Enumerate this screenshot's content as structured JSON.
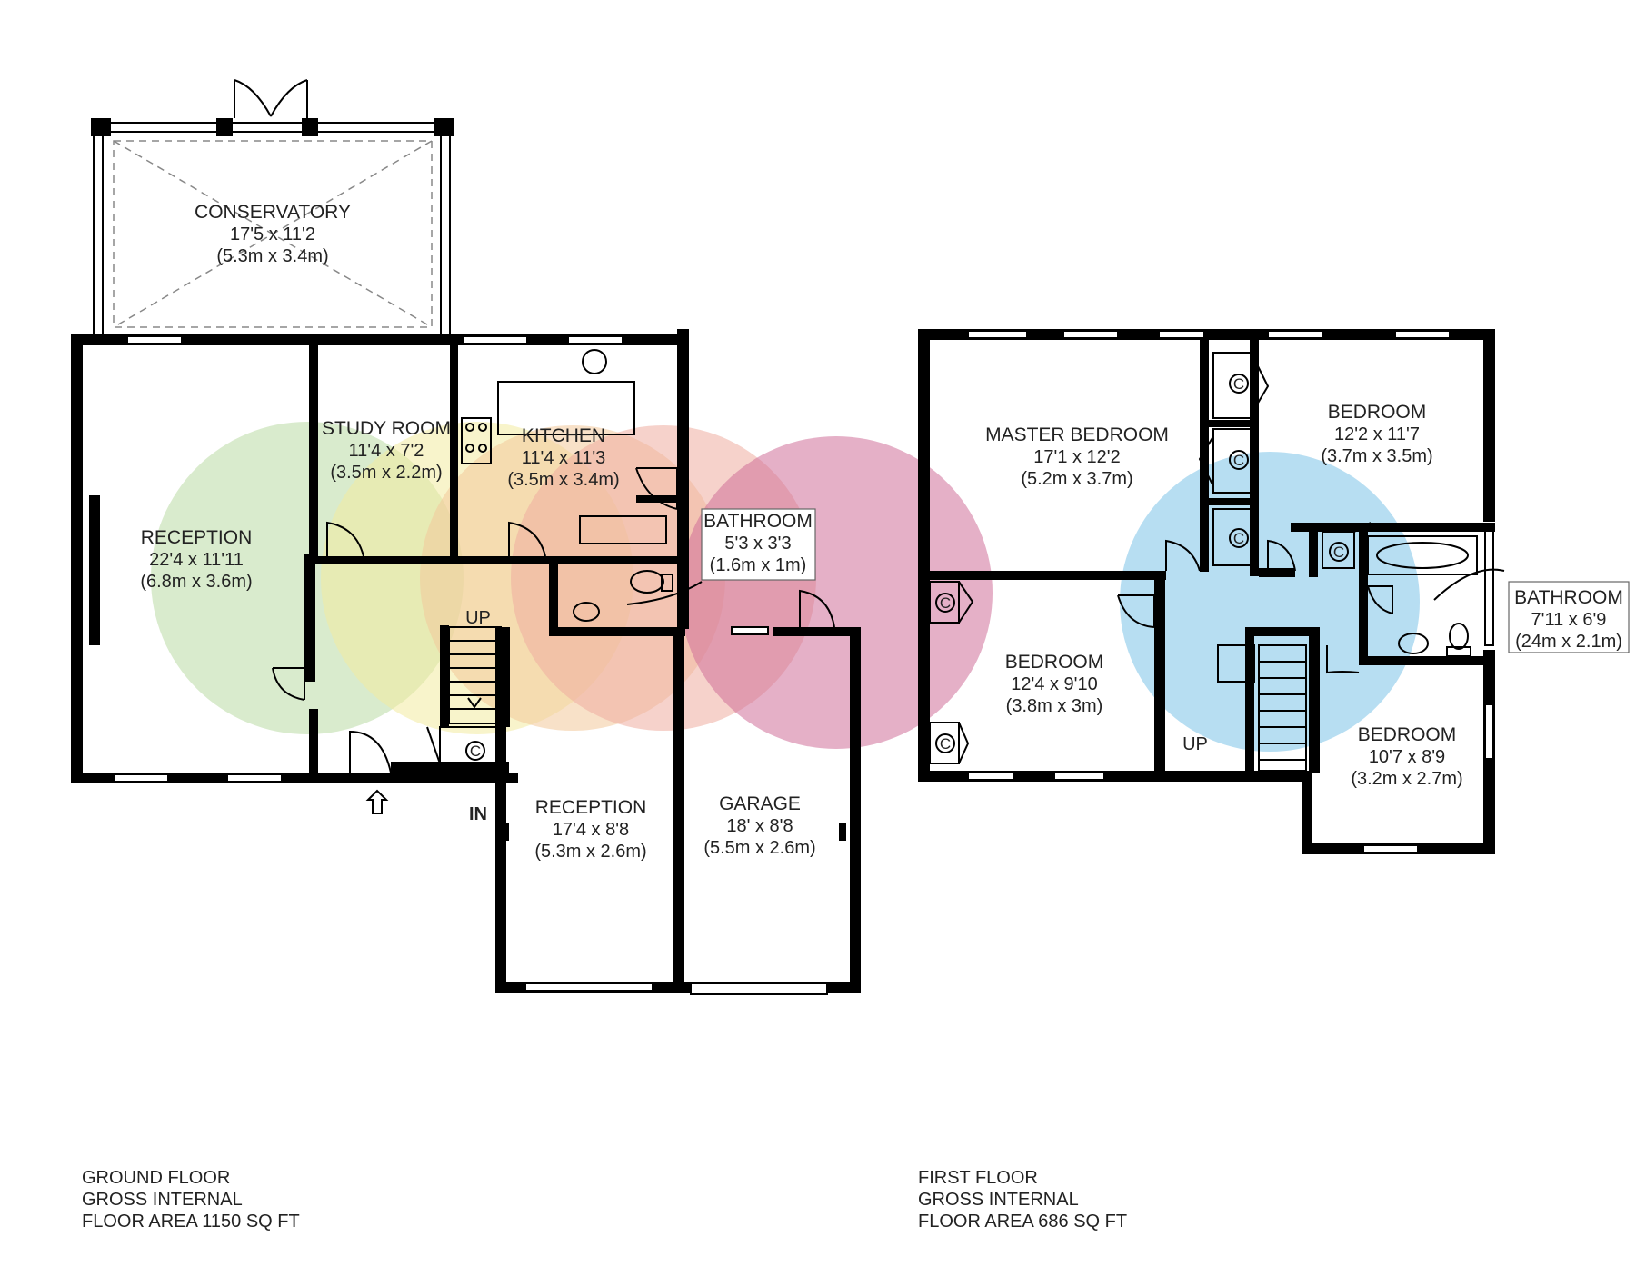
{
  "ground_floor": {
    "rooms": {
      "conservatory": {
        "name": "CONSERVATORY",
        "size_imperial": "17'5 x 11'2",
        "size_metric": "(5.3m x 3.4m)"
      },
      "reception_main": {
        "name": "RECEPTION",
        "size_imperial": "22'4 x 11'11",
        "size_metric": "(6.8m x 3.6m)"
      },
      "study": {
        "name": "STUDY ROOM",
        "size_imperial": "11'4 x 7'2",
        "size_metric": "(3.5m x 2.2m)"
      },
      "kitchen": {
        "name": "KITCHEN",
        "size_imperial": "11'4 x 11'3",
        "size_metric": "(3.5m x 3.4m)"
      },
      "bathroom": {
        "name": "BATHROOM",
        "size_imperial": "5'3 x 3'3",
        "size_metric": "(1.6m x 1m)"
      },
      "reception_front": {
        "name": "RECEPTION",
        "size_imperial": "17'4 x 8'8",
        "size_metric": "(5.3m x 2.6m)"
      },
      "garage": {
        "name": "GARAGE",
        "size_imperial": "18' x 8'8",
        "size_metric": "(5.5m x 2.6m)"
      }
    },
    "stairs_label": "UP",
    "entrance_label": "IN",
    "cupboard_label": "C",
    "legend": {
      "line1": "GROUND FLOOR",
      "line2": "GROSS INTERNAL",
      "line3": "FLOOR AREA 1150 SQ FT"
    }
  },
  "first_floor": {
    "rooms": {
      "master_bedroom": {
        "name": "MASTER BEDROOM",
        "size_imperial": "17'1 x 12'2",
        "size_metric": "(5.2m x 3.7m)"
      },
      "bedroom_ne": {
        "name": "BEDROOM",
        "size_imperial": "12'2 x 11'7",
        "size_metric": "(3.7m x 3.5m)"
      },
      "bedroom_sw": {
        "name": "BEDROOM",
        "size_imperial": "12'4 x 9'10",
        "size_metric": "(3.8m x 3m)"
      },
      "bedroom_se": {
        "name": "BEDROOM",
        "size_imperial": "10'7 x 8'9",
        "size_metric": "(3.2m x 2.7m)"
      },
      "bathroom": {
        "name": "BATHROOM",
        "size_imperial": "7'11 x 6'9",
        "size_metric": "(24m x 2.1m)"
      }
    },
    "stairs_label": "UP",
    "cupboard_label": "C",
    "legend": {
      "line1": "FIRST FLOOR",
      "line2": "GROSS INTERNAL",
      "line3": "FLOOR AREA 686 SQ FT"
    }
  },
  "colors": {
    "green_zone": "#b9dba4",
    "yellow_zone": "#f2eba0",
    "orange_zone": "#f3c99b",
    "salmon_zone": "#eeada0",
    "magenta_zone": "#d07aa0",
    "blue_zone": "#8ccbea",
    "wall": "#000000"
  }
}
